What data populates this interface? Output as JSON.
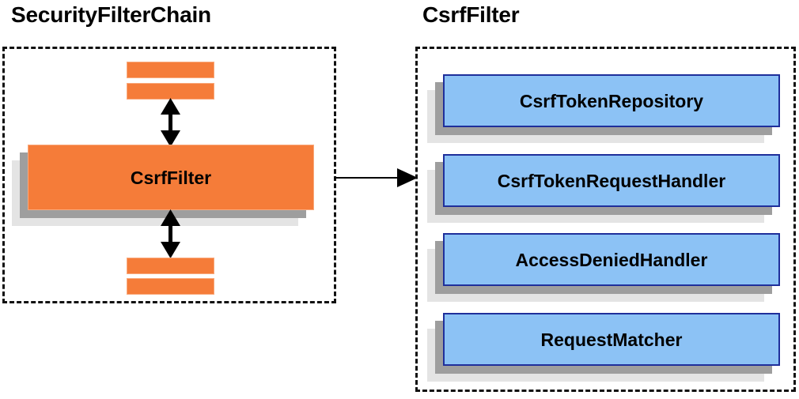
{
  "diagram": {
    "background_color": "#ffffff",
    "panels": [
      {
        "id": "security-filter-chain",
        "title": "SecurityFilterChain",
        "border_style": "dashed",
        "border_color": "#111111"
      },
      {
        "id": "csrf-filter",
        "title": "CsrfFilter",
        "border_style": "dashed",
        "border_color": "#111111"
      }
    ],
    "colors": {
      "orange_fill": "#f57c39",
      "orange_border": "#f9a97c",
      "blue_fill": "#8cc2f5",
      "blue_border": "#1f2f9b",
      "shadow_near": "#9e9e9e",
      "shadow_far": "#e4e4e4",
      "arrow": "#000000",
      "text": "#000000"
    },
    "left_panel": {
      "title": "SecurityFilterChain",
      "center_node": {
        "label": "CsrfFilter",
        "style": "orange"
      },
      "top_stubs": [
        {
          "label": ""
        },
        {
          "label": ""
        }
      ],
      "bottom_stubs": [
        {
          "label": ""
        },
        {
          "label": ""
        }
      ],
      "connectors": [
        {
          "id": "top-double-arrow",
          "kind": "double-headed-vertical"
        },
        {
          "id": "bottom-double-arrow",
          "kind": "double-headed-vertical"
        }
      ]
    },
    "right_panel": {
      "title": "CsrfFilter",
      "nodes": [
        {
          "label": "CsrfTokenRepository",
          "style": "blue"
        },
        {
          "label": "CsrfTokenRequestHandler",
          "style": "blue"
        },
        {
          "label": "AccessDeniedHandler",
          "style": "blue"
        },
        {
          "label": "RequestMatcher",
          "style": "blue"
        }
      ]
    },
    "cross_panel_connector": {
      "id": "chain-to-filter-arrow",
      "kind": "single-headed-horizontal",
      "from": "security-filter-chain",
      "to": "csrf-filter"
    }
  }
}
